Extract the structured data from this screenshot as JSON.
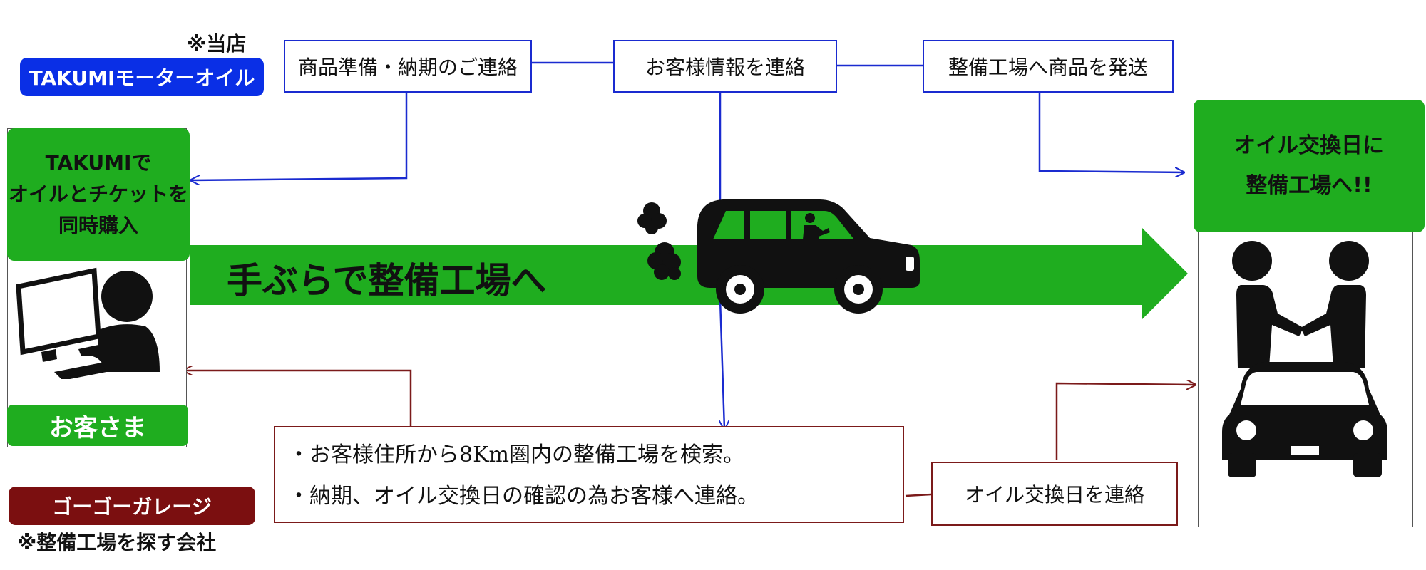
{
  "store_note": "※当店",
  "store_name": "TAKUMIモーターオイル",
  "garage_name": "ゴーゴーガレージ",
  "garage_note": "※整備工場を探す会社",
  "top_boxes": {
    "prepare": "商品準備・納期のご連絡",
    "customer_info": "お客様情報を連絡",
    "ship": "整備工場へ商品を発送"
  },
  "customer_panel": {
    "purchase_line1": "TAKUMIで",
    "purchase_line2": "オイルとチケットを",
    "purchase_line3": "同時購入",
    "label": "お客さま"
  },
  "shop_panel": {
    "line1": "オイル交換日に",
    "line2": "整備工場へ!!"
  },
  "main_arrow_text": "手ぶらで整備工場へ",
  "garage_tasks": [
    "・お客様住所から8Km圏内の整備工場を検索。",
    "・納期、オイル交換日の確認の為お客様へ連絡。"
  ],
  "notify_box": "オイル交換日を連絡",
  "colors": {
    "blue": "#1a2bd0",
    "dark_red": "#7b1a1a",
    "green": "#1fad1f",
    "badge_blue": "#0a2fe6",
    "badge_red": "#7b0f10"
  }
}
